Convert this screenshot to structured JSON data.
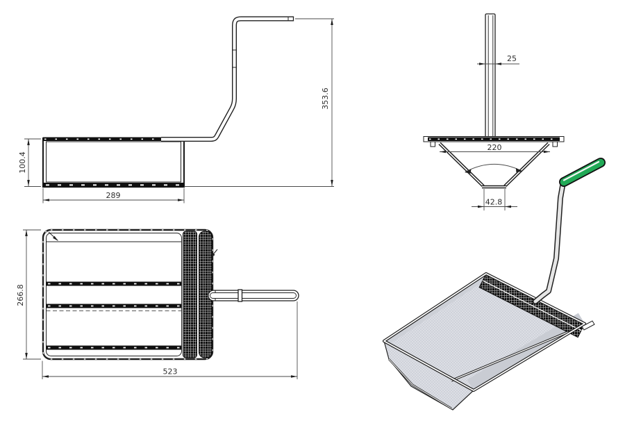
{
  "drawing": {
    "kind": "CAD multi-view technical drawing of a mesh sieve scoop with bent handle",
    "colors": {
      "line": "#1f1f1f",
      "dim_text": "#2e2e2e",
      "grip_green": "#21a956",
      "mesh_light_fill": "#dcdee4",
      "mesh_dark_fill": "#101010",
      "background": "#ffffff"
    },
    "views": {
      "side": {
        "dim_basket_height": "100.4",
        "dim_basket_length": "289",
        "dim_total_height": "353.6"
      },
      "front": {
        "dim_handle_tube_width": "25",
        "dim_opening_width": "220",
        "dim_bottom_width": "42.8"
      },
      "top": {
        "dim_basket_depth": "266.8",
        "dim_overall_length": "523"
      },
      "iso": {}
    }
  }
}
